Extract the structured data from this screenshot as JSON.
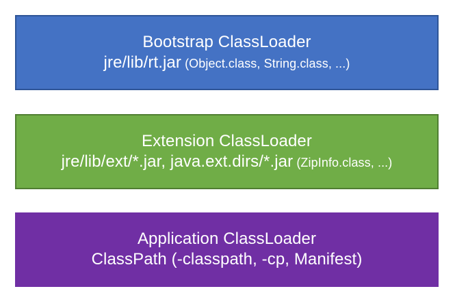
{
  "diagram": {
    "type": "hierarchy-stack",
    "background_color": "#ffffff",
    "boxes": [
      {
        "id": "bootstrap",
        "title": "Bootstrap ClassLoader",
        "subtitle_main": "jre/lib/rt.jar",
        "subtitle_detail": "(Object.class, String.class, ...)",
        "fill_color": "#4472c4",
        "border_color": "#2e5597",
        "text_color": "#ffffff"
      },
      {
        "id": "extension",
        "title": "Extension ClassLoader",
        "subtitle_main": "jre/lib/ext/*.jar, java.ext.dirs/*.jar",
        "subtitle_detail": "(ZipInfo.class, ...)",
        "fill_color": "#70ad47",
        "border_color": "#507e32",
        "text_color": "#ffffff"
      },
      {
        "id": "application",
        "title": "Application ClassLoader",
        "subtitle_main": "ClassPath (-classpath, -cp, Manifest)",
        "subtitle_detail": "",
        "fill_color": "#702fa4",
        "border_color": "none",
        "text_color": "#ffffff"
      }
    ]
  }
}
